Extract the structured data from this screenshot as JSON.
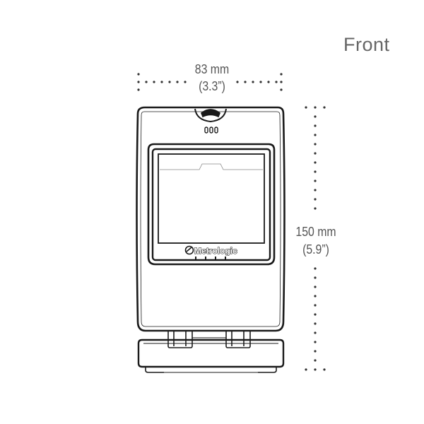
{
  "view": {
    "label": "Front"
  },
  "dimensions": {
    "width": {
      "metric": "83 mm",
      "imperial": "(3.3”)"
    },
    "height": {
      "metric": "150 mm",
      "imperial": "(5.9”)"
    }
  },
  "device": {
    "brand": "Metrologic"
  },
  "colors": {
    "outline": "#1a1a1a",
    "dots": "#333333",
    "text": "#555555"
  }
}
